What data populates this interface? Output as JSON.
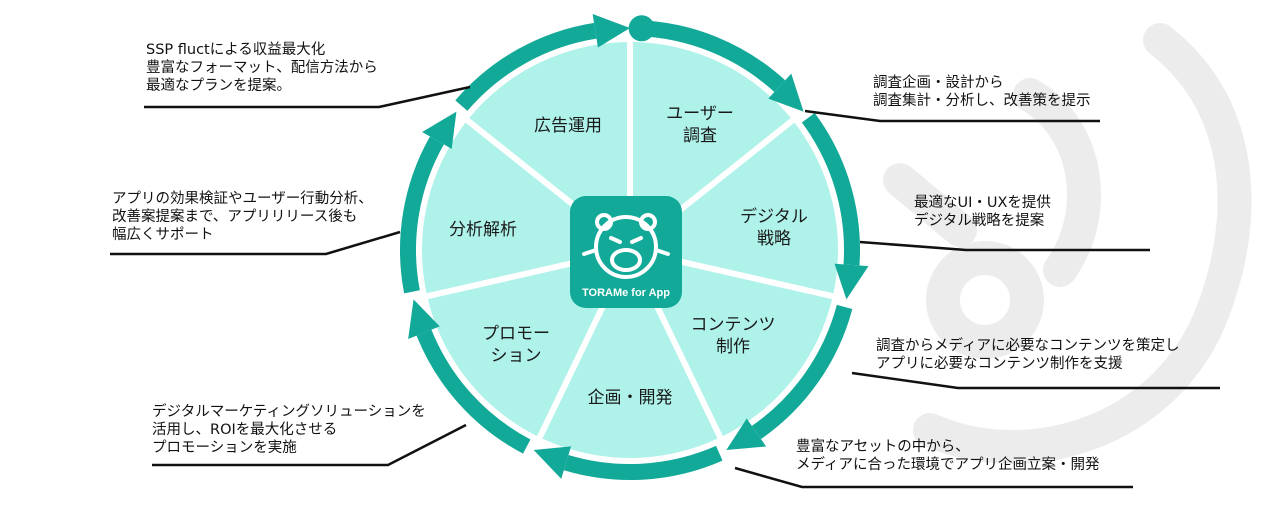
{
  "center": {
    "caption": "TORAMe for App"
  },
  "colors": {
    "ring": "#12a999",
    "segment": "#aef2ea",
    "divider": "#ffffff",
    "watermark": "#ececec",
    "leader": "#111111"
  },
  "segments": [
    {
      "lines": [
        "ユーザー",
        "調査"
      ]
    },
    {
      "lines": [
        "デジタル",
        "戦略"
      ]
    },
    {
      "lines": [
        "コンテンツ",
        "制作"
      ]
    },
    {
      "lines": [
        "企画・開発"
      ]
    },
    {
      "lines": [
        "プロモー",
        "ション"
      ]
    },
    {
      "lines": [
        "分析解析"
      ]
    },
    {
      "lines": [
        "広告運用"
      ]
    }
  ],
  "notes": {
    "ad": [
      "SSP fluctによる収益最大化",
      "豊富なフォーマット、配信方法から",
      "最適なプランを提案。"
    ],
    "research": [
      "調査企画・設計から",
      "調査集計・分析し、改善策を提示"
    ],
    "strategy": [
      "最適なUI・UXを提供",
      "デジタル戦略を提案"
    ],
    "analysis": [
      "アプリの効果検証やユーザー行動分析、",
      "改善案提案まで、アプリリリース後も",
      "幅広くサポート"
    ],
    "content": [
      "調査からメディアに必要なコンテンツを策定し",
      "アプリに必要なコンテンツ制作を支援"
    ],
    "promotion": [
      "デジタルマーケティングソリューションを",
      "活用し、ROIを最大化させる",
      "プロモーションを実施"
    ],
    "dev": [
      "豊富なアセットの中から、",
      "メディアに合った環境でアプリ企画立案・開発"
    ]
  }
}
